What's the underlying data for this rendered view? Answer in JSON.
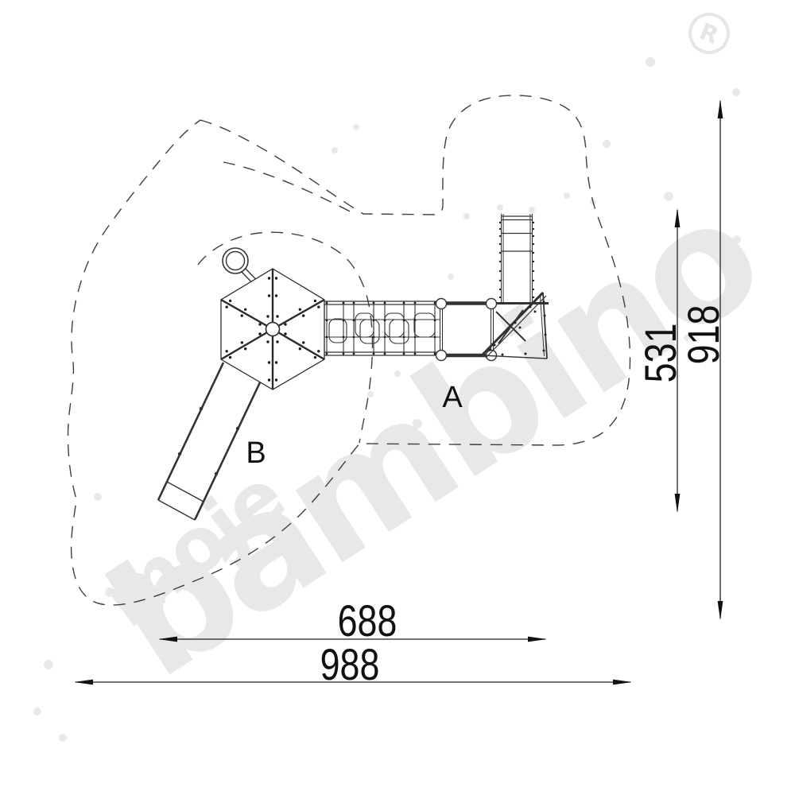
{
  "watermark": {
    "word_small": "moje",
    "word_large": "bambino",
    "registered_mark": "R"
  },
  "module_labels": {
    "a": "A",
    "b": "B"
  },
  "dimensions": {
    "inner_width": "688",
    "total_width": "988",
    "inner_height": "531",
    "total_height": "918"
  },
  "colors": {
    "watermark_gray": "#e8e8e8",
    "line_dark": "#2b2b2b",
    "dashed_zone": "#3f3f3f",
    "dimension_text": "#111111"
  }
}
